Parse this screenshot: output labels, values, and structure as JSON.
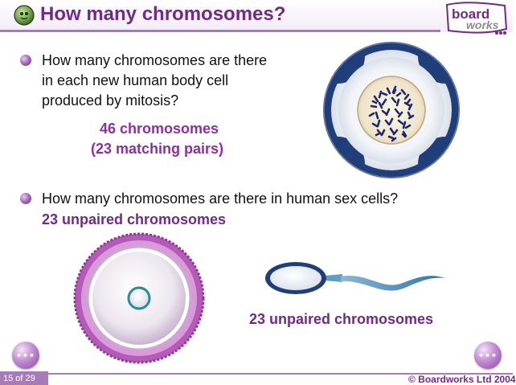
{
  "header": {
    "title": "How many chromosomes?",
    "logo_top": "board",
    "logo_bottom": "works"
  },
  "question1": {
    "line1": "How many chromosomes are there",
    "line2": "in each new human body cell",
    "line3": "produced by mitosis?",
    "answer_line1": "46 chromosomes",
    "answer_line2": "(23 matching pairs)"
  },
  "question2": {
    "text": "How many chromosomes are there in human sex cells?",
    "answer": "23 unpaired chromosomes"
  },
  "sperm_label": "23 unpaired chromosomes",
  "footer": {
    "page": "15 of 29",
    "copyright": "© Boardworks Ltd 2004"
  },
  "nav": {
    "prev": "•••",
    "next": "•••"
  },
  "colors": {
    "accent": "#6f2b86",
    "answer": "#8d2f9f",
    "cell_blue": "#1f3e7a"
  }
}
